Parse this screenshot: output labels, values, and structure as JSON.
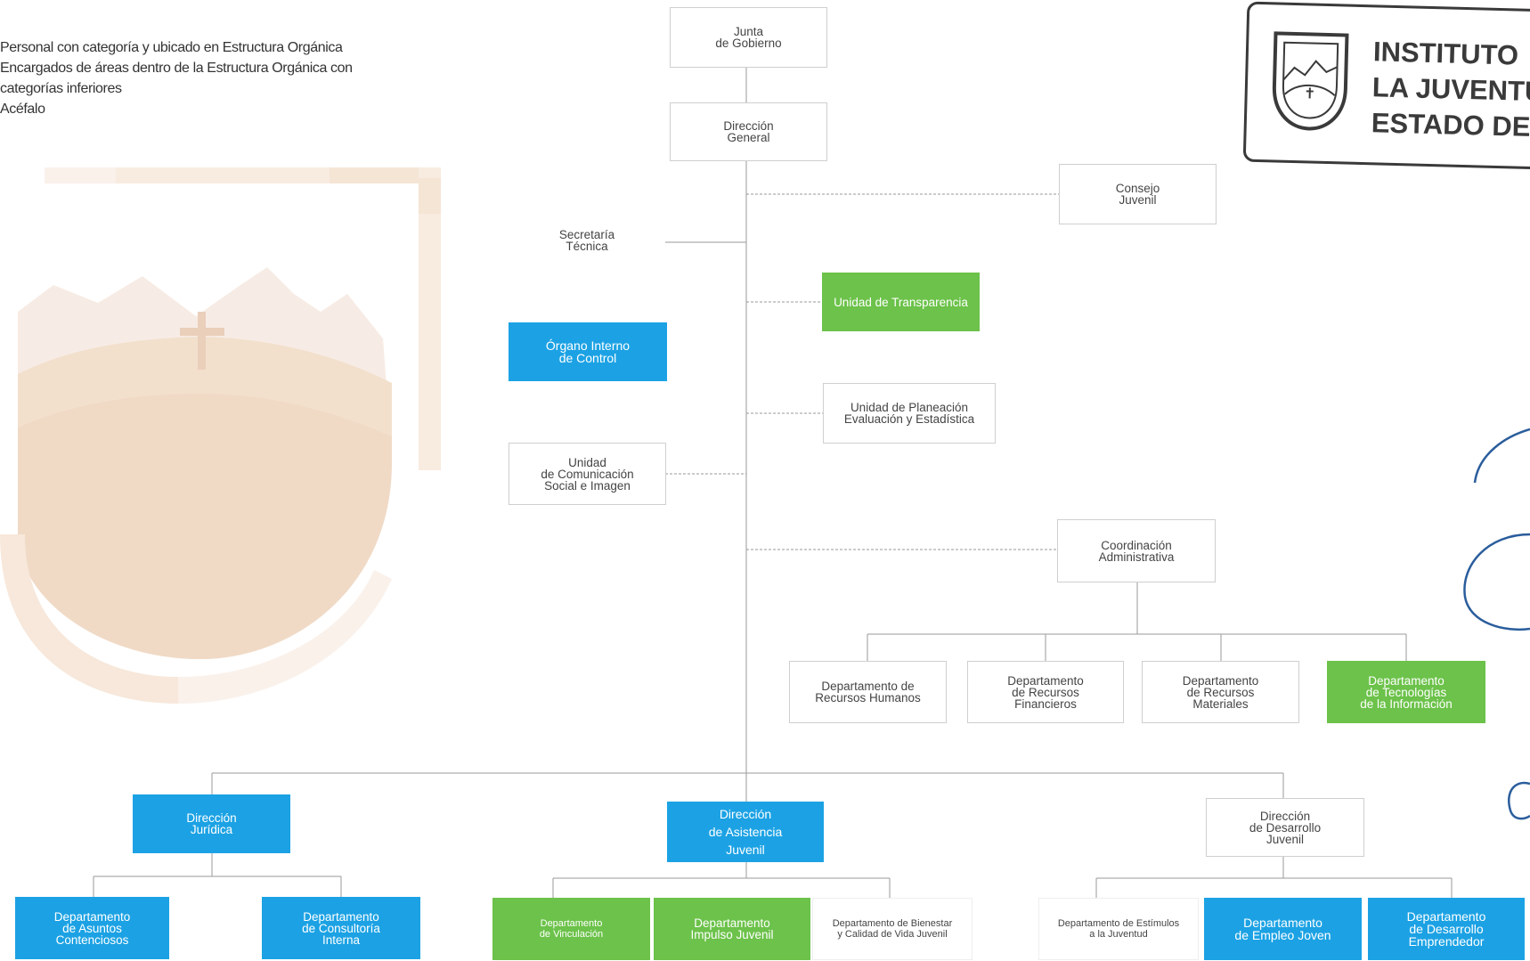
{
  "legend": {
    "line1": "Personal con categoría y ubicado en Estructura Orgánica",
    "line2": "Encargados de áreas dentro de la Estructura Orgánica con",
    "line3": "categorías inferiores",
    "line4": "Acéfalo"
  },
  "stamp": {
    "line1": "INSTITUTO",
    "line2": "LA JUVENTU",
    "line3": "ESTADO DE Z"
  },
  "colors": {
    "blue": "#1ca2e4",
    "green": "#6cc24a",
    "line": "#9a9a9a"
  },
  "org": {
    "junta": "Junta\nde Gobierno",
    "direccion_general": "Dirección\nGeneral",
    "consejo": "Consejo\nJuvenil",
    "secretaria": "Secretaría\nTécnica",
    "transparencia": "Unidad de Transparencia",
    "organo": "Órgano Interno\nde Control",
    "planeacion": "Unidad de Planeación\nEvaluación y Estadística",
    "comunicacion": "Unidad\nde Comunicación\nSocial e Imagen",
    "coordinacion": "Coordinación\nAdministrativa",
    "rh": "Departamento de\nRecursos Humanos",
    "rf": "Departamento\nde Recursos\nFinancieros",
    "rm": "Departamento\nde Recursos\nMateriales",
    "ti": "Departamento\nde Tecnologías\nde la Información",
    "juridica": "Dirección\nJurídica",
    "asistencia": "Dirección\nde Asistencia\nJuvenil",
    "desarrollo": "Dirección\nde Desarrollo\nJuvenil",
    "contenciosos": "Departamento\nde Asuntos\nContenciosos",
    "consultoria": "Departamento\nde Consultoría\nInterna",
    "vinculacion": "Departamento\nde Vinculación",
    "impulso": "Departamento\nImpulso Juvenil",
    "bienestar": "Departamento de Bienestar\ny Calidad de Vida Juvenil",
    "estimulos": "Departamento de Estímulos\na la Juventud",
    "empleo": "Departamento\nde Empleo Joven",
    "emprendedor": "Departamento\nde Desarrollo\nEmprendedor"
  }
}
